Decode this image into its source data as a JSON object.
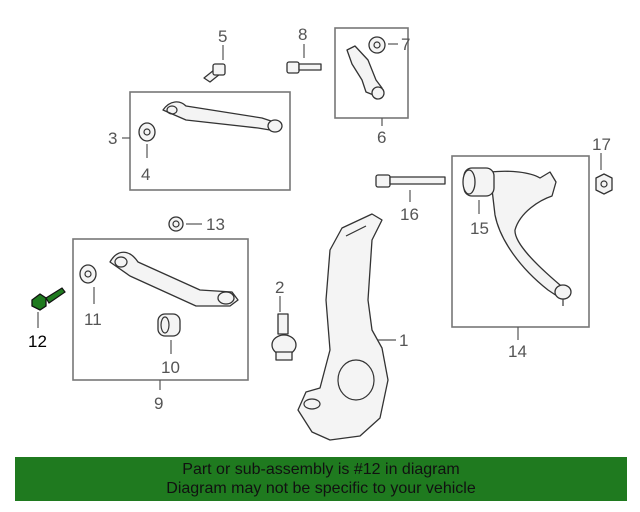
{
  "diagram": {
    "callouts": {
      "c1": "1",
      "c2": "2",
      "c3": "3",
      "c4": "4",
      "c5": "5",
      "c6": "6",
      "c7": "7",
      "c8": "8",
      "c9": "9",
      "c10": "10",
      "c11": "11",
      "c12": "12",
      "c13": "13",
      "c14": "14",
      "c15": "15",
      "c16": "16",
      "c17": "17"
    },
    "highlighted_part": "12",
    "highlight_color": "#1f7a1f"
  },
  "banner": {
    "line1": "Part or sub-assembly is #12 in diagram",
    "line2": "Diagram may not be specific to your vehicle",
    "background": "#1f7a1f"
  }
}
